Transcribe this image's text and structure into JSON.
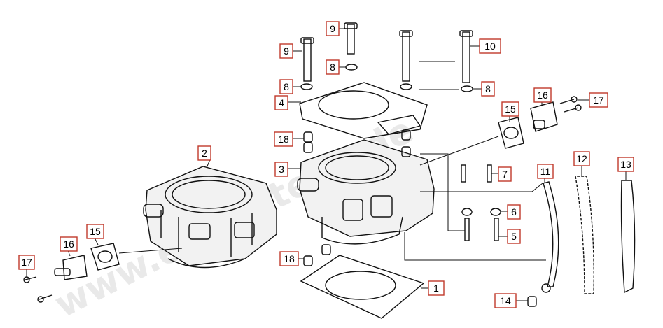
{
  "watermark": "www.ersatzteile.de",
  "callouts": [
    {
      "id": "lbl-1",
      "text": "1"
    },
    {
      "id": "lbl-2",
      "text": "2"
    },
    {
      "id": "lbl-3",
      "text": "3"
    },
    {
      "id": "lbl-4",
      "text": "4"
    },
    {
      "id": "lbl-5",
      "text": "5"
    },
    {
      "id": "lbl-6",
      "text": "6"
    },
    {
      "id": "lbl-7",
      "text": "7"
    },
    {
      "id": "lbl-8a",
      "text": "8"
    },
    {
      "id": "lbl-8b",
      "text": "8"
    },
    {
      "id": "lbl-8c",
      "text": "8"
    },
    {
      "id": "lbl-9a",
      "text": "9"
    },
    {
      "id": "lbl-9b",
      "text": "9"
    },
    {
      "id": "lbl-10",
      "text": "10"
    },
    {
      "id": "lbl-11",
      "text": "11"
    },
    {
      "id": "lbl-12",
      "text": "12"
    },
    {
      "id": "lbl-13",
      "text": "13"
    },
    {
      "id": "lbl-14",
      "text": "14"
    },
    {
      "id": "lbl-15a",
      "text": "15"
    },
    {
      "id": "lbl-15b",
      "text": "15"
    },
    {
      "id": "lbl-16a",
      "text": "16"
    },
    {
      "id": "lbl-16b",
      "text": "16"
    },
    {
      "id": "lbl-17a",
      "text": "17"
    },
    {
      "id": "lbl-17b",
      "text": "17"
    },
    {
      "id": "lbl-18a",
      "text": "18"
    },
    {
      "id": "lbl-18b",
      "text": "18"
    }
  ]
}
